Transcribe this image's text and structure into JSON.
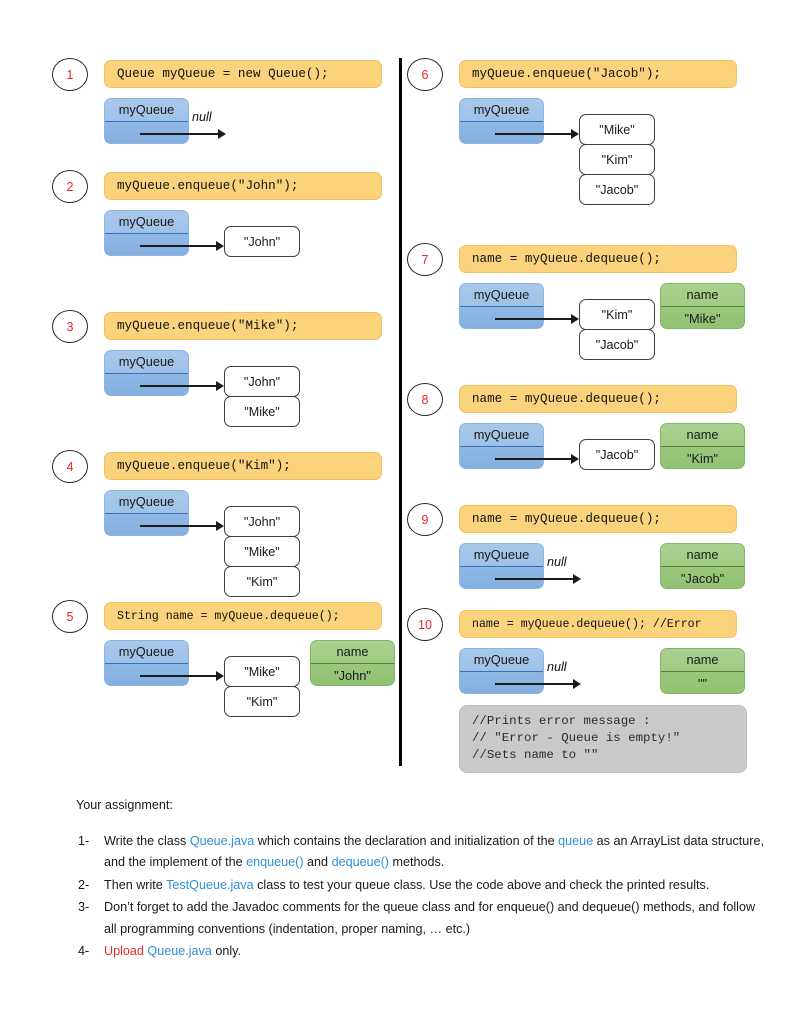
{
  "title": "Queue trace diagram and assignment",
  "labels": {
    "var_queue": "myQueue",
    "var_name": "name",
    "null": "null"
  },
  "steps_left": [
    {
      "num": "1",
      "code": "Queue myQueue = new Queue();",
      "queue_var": "myQueue",
      "queue_items": [],
      "null_label": "null",
      "name_var": null,
      "name_value": null
    },
    {
      "num": "2",
      "code": "myQueue.enqueue(\"John\");",
      "queue_var": "myQueue",
      "queue_items": [
        "\"John\""
      ],
      "null_label": null,
      "name_var": null,
      "name_value": null
    },
    {
      "num": "3",
      "code": "myQueue.enqueue(\"Mike\");",
      "queue_var": "myQueue",
      "queue_items": [
        "\"John\"",
        "\"Mike\""
      ],
      "null_label": null,
      "name_var": null,
      "name_value": null
    },
    {
      "num": "4",
      "code": "myQueue.enqueue(\"Kim\");",
      "queue_var": "myQueue",
      "queue_items": [
        "\"John\"",
        "\"Mike\"",
        "\"Kim\""
      ],
      "null_label": null,
      "name_var": null,
      "name_value": null
    },
    {
      "num": "5",
      "code": "String name = myQueue.dequeue();",
      "queue_var": "myQueue",
      "queue_items": [
        "\"Mike\"",
        "\"Kim\""
      ],
      "null_label": null,
      "name_var": "name",
      "name_value": "\"John\""
    }
  ],
  "steps_right": [
    {
      "num": "6",
      "code": "myQueue.enqueue(\"Jacob\");",
      "queue_var": "myQueue",
      "queue_items": [
        "\"Mike\"",
        "\"Kim\"",
        "\"Jacob\""
      ],
      "null_label": null,
      "name_var": null,
      "name_value": null
    },
    {
      "num": "7",
      "code": "name = myQueue.dequeue();",
      "queue_var": "myQueue",
      "queue_items": [
        "\"Kim\"",
        "\"Jacob\""
      ],
      "null_label": null,
      "name_var": "name",
      "name_value": "\"Mike\""
    },
    {
      "num": "8",
      "code": "name = myQueue.dequeue();",
      "queue_var": "myQueue",
      "queue_items": [
        "\"Jacob\""
      ],
      "null_label": null,
      "name_var": "name",
      "name_value": "\"Kim\""
    },
    {
      "num": "9",
      "code": "name = myQueue.dequeue();",
      "queue_var": "myQueue",
      "queue_items": [],
      "null_label": "null",
      "name_var": "name",
      "name_value": "\"Jacob\""
    },
    {
      "num": "10",
      "code": "name = myQueue.dequeue(); //Error",
      "queue_var": "myQueue",
      "queue_items": [],
      "null_label": "null",
      "name_var": "name",
      "name_value": "\"\"",
      "comment": "//Prints error message :\n// \"Error - Queue is empty!\"\n//Sets name to \"\""
    }
  ],
  "assignment": {
    "heading": "Your assignment:",
    "items": [
      {
        "marker": "1-",
        "parts": [
          {
            "t": "Write the class ",
            "c": "plain"
          },
          {
            "t": "Queue.java",
            "c": "blue"
          },
          {
            "t": " which contains the declaration and initialization of the ",
            "c": "plain"
          },
          {
            "t": "queue",
            "c": "blue"
          },
          {
            "t": " as an ArrayList data structure, and the implement of the ",
            "c": "plain"
          },
          {
            "t": "enqueue()",
            "c": "blue"
          },
          {
            "t": " and ",
            "c": "plain"
          },
          {
            "t": "dequeue()",
            "c": "blue"
          },
          {
            "t": " methods.",
            "c": "plain"
          }
        ]
      },
      {
        "marker": "2-",
        "parts": [
          {
            "t": "Then write ",
            "c": "plain"
          },
          {
            "t": "TestQueue.java",
            "c": "blue"
          },
          {
            "t": " class to test your queue class. Use the code above and check the printed results.",
            "c": "plain"
          }
        ]
      },
      {
        "marker": "3-",
        "parts": [
          {
            "t": "Don’t forget to add the Javadoc comments for the queue class and for enqueue() and dequeue() methods, and follow all programming conventions (indentation, proper naming, … etc.)",
            "c": "plain"
          }
        ]
      },
      {
        "marker": "4-",
        "parts": [
          {
            "t": "Upload ",
            "c": "red"
          },
          {
            "t": "Queue.java",
            "c": "blue"
          },
          {
            "t": " only.",
            "c": "plain"
          }
        ]
      }
    ]
  },
  "colors": {
    "code_box": "#fbd37c",
    "queue_var_box": "#9fc2e8",
    "name_var_box": "#a3cc87",
    "comment_box": "#c9c9c9",
    "number_text": "#e8252a",
    "link_text": "#2f8fd6"
  }
}
